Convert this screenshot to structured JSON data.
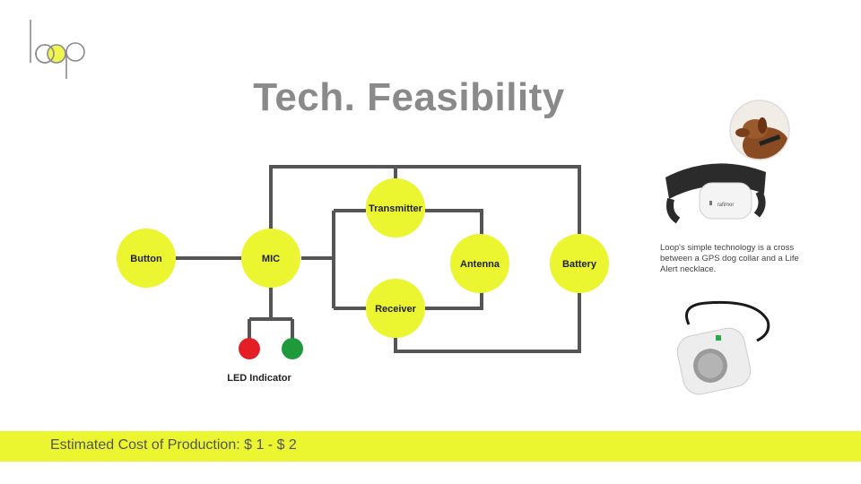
{
  "slide": {
    "logo_text": "loop",
    "title": "Tech. Feasibility",
    "colors": {
      "accent": "#ebf530",
      "line": "#555555",
      "led_red": "#e31e24",
      "led_green": "#1e9a3a"
    }
  },
  "diagram": {
    "nodes": {
      "button": "Button",
      "mic": "MIC",
      "transmitter": "Transmitter",
      "antenna": "Antenna",
      "receiver": "Receiver",
      "battery": "Battery"
    },
    "led_label": "LED Indicator"
  },
  "side": {
    "caption": "Loop's simple technology  is a cross between a GPS dog collar and a Life Alert necklace.",
    "collar_brand": "rafimor"
  },
  "footer": {
    "cost_text": "Estimated Cost of Production: $ 1 - $ 2"
  }
}
